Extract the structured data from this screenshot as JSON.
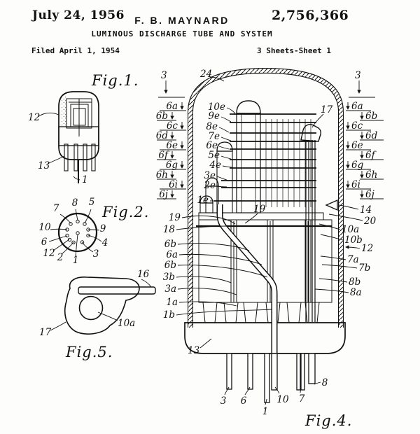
{
  "header": {
    "date": "July 24, 1956",
    "inventor": "F. B. MAYNARD",
    "patent_number": "2,756,366",
    "title": "LUMINOUS DISCHARGE TUBE AND SYSTEM",
    "filed": "Filed April 1, 1954",
    "sheet": "3 Sheets-Sheet 1"
  },
  "fig1": {
    "caption": "Fig.1.",
    "labels": {
      "envelope": "12",
      "base": "13",
      "pin": "1"
    }
  },
  "fig2": {
    "caption": "Fig.2.",
    "pins": [
      "7",
      "8",
      "5",
      "10",
      "9",
      "6",
      "4",
      "12",
      "2",
      "1",
      "3"
    ]
  },
  "fig5": {
    "caption": "Fig.5.",
    "labels": {
      "rod": "16",
      "aperture": "10a",
      "cathode": "17"
    }
  },
  "fig4": {
    "caption": "Fig.4.",
    "envelope": "24",
    "clamp": "17",
    "inner_support": "19",
    "ladder_top": "3",
    "ladder": [
      "6a",
      "6b",
      "6c",
      "6d",
      "6e",
      "6f",
      "6g",
      "6h",
      "6i",
      "6j"
    ],
    "electrodes": [
      "10e",
      "9e",
      "8e",
      "7e",
      "6e",
      "5e",
      "4e",
      "3e",
      "2e",
      "1e"
    ],
    "right_labels": [
      "14",
      "20",
      "10a",
      "10b",
      "12",
      "7a",
      "7b",
      "8b",
      "8a"
    ],
    "left_labels": [
      "19",
      "18",
      "6b",
      "6a",
      "6b",
      "3b",
      "3a",
      "1a",
      "1b"
    ],
    "base": "13",
    "pins": [
      "3",
      "6",
      "1",
      "10",
      "7",
      "8"
    ]
  }
}
